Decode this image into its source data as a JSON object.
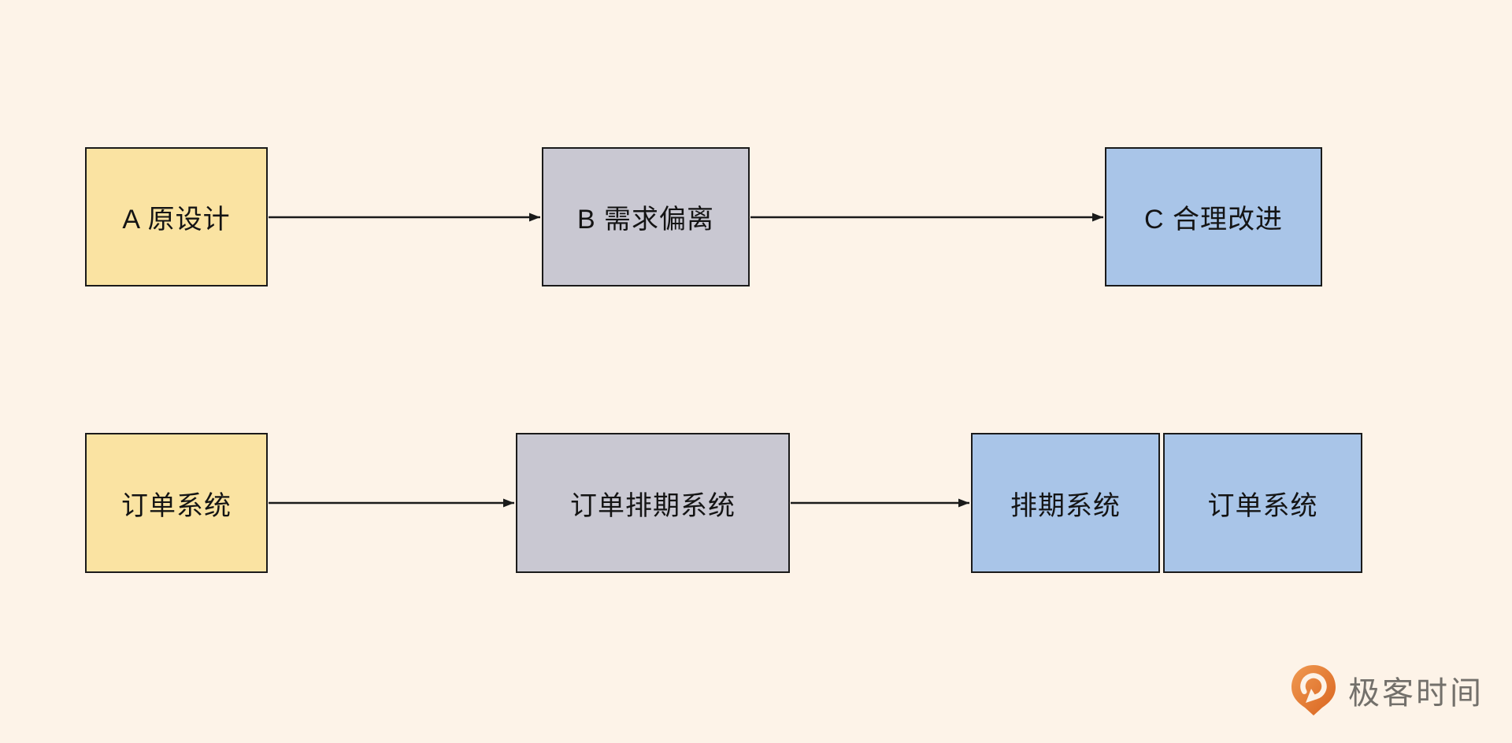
{
  "canvas": {
    "background_color": "#FDF3E8"
  },
  "palette": {
    "yellow_fill": "#FAE3A2",
    "gray_fill": "#C9C8D2",
    "blue_fill": "#A9C5E8",
    "node_border": "#1A1A1A",
    "arrow_color": "#1A1A1A"
  },
  "diagram": {
    "nodes": [
      {
        "id": "a",
        "label": "A 原设计",
        "fill": "yellow"
      },
      {
        "id": "b",
        "label": "B 需求偏离",
        "fill": "gray"
      },
      {
        "id": "c",
        "label": "C 合理改进",
        "fill": "blue"
      },
      {
        "id": "order",
        "label": "订单系统",
        "fill": "yellow"
      },
      {
        "id": "order-scheduling",
        "label": "订单排期系统",
        "fill": "gray"
      },
      {
        "id": "scheduling",
        "label": "排期系统",
        "fill": "blue"
      },
      {
        "id": "order-2",
        "label": "订单系统",
        "fill": "blue"
      }
    ],
    "edges": [
      {
        "from": "A 原设计",
        "to": "B 需求偏离"
      },
      {
        "from": "B 需求偏离",
        "to": "C 合理改进"
      },
      {
        "from": "订单系统",
        "to": "订单排期系统"
      },
      {
        "from": "订单排期系统",
        "to": "排期系统"
      }
    ]
  },
  "logo": {
    "text": "极客时间",
    "icon": "geektime-pin-icon",
    "icon_color_top": "#F09A52",
    "icon_color_bottom": "#D9641F",
    "text_color": "#73706B"
  }
}
